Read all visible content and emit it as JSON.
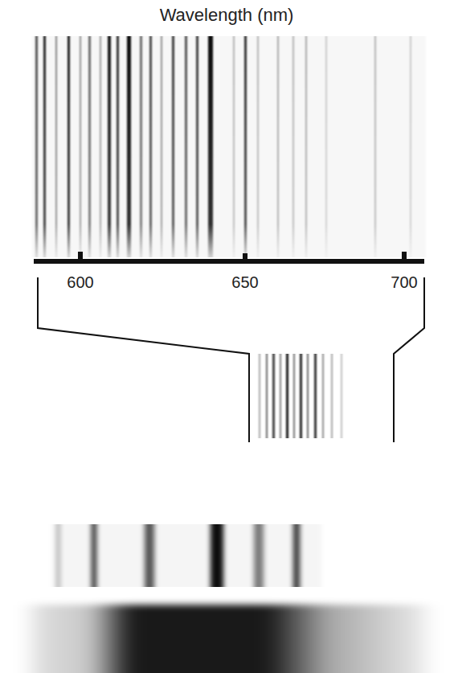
{
  "diagram": {
    "title": "Wavelength (nm)",
    "labels": [
      "600",
      "650",
      "700"
    ]
  }
}
